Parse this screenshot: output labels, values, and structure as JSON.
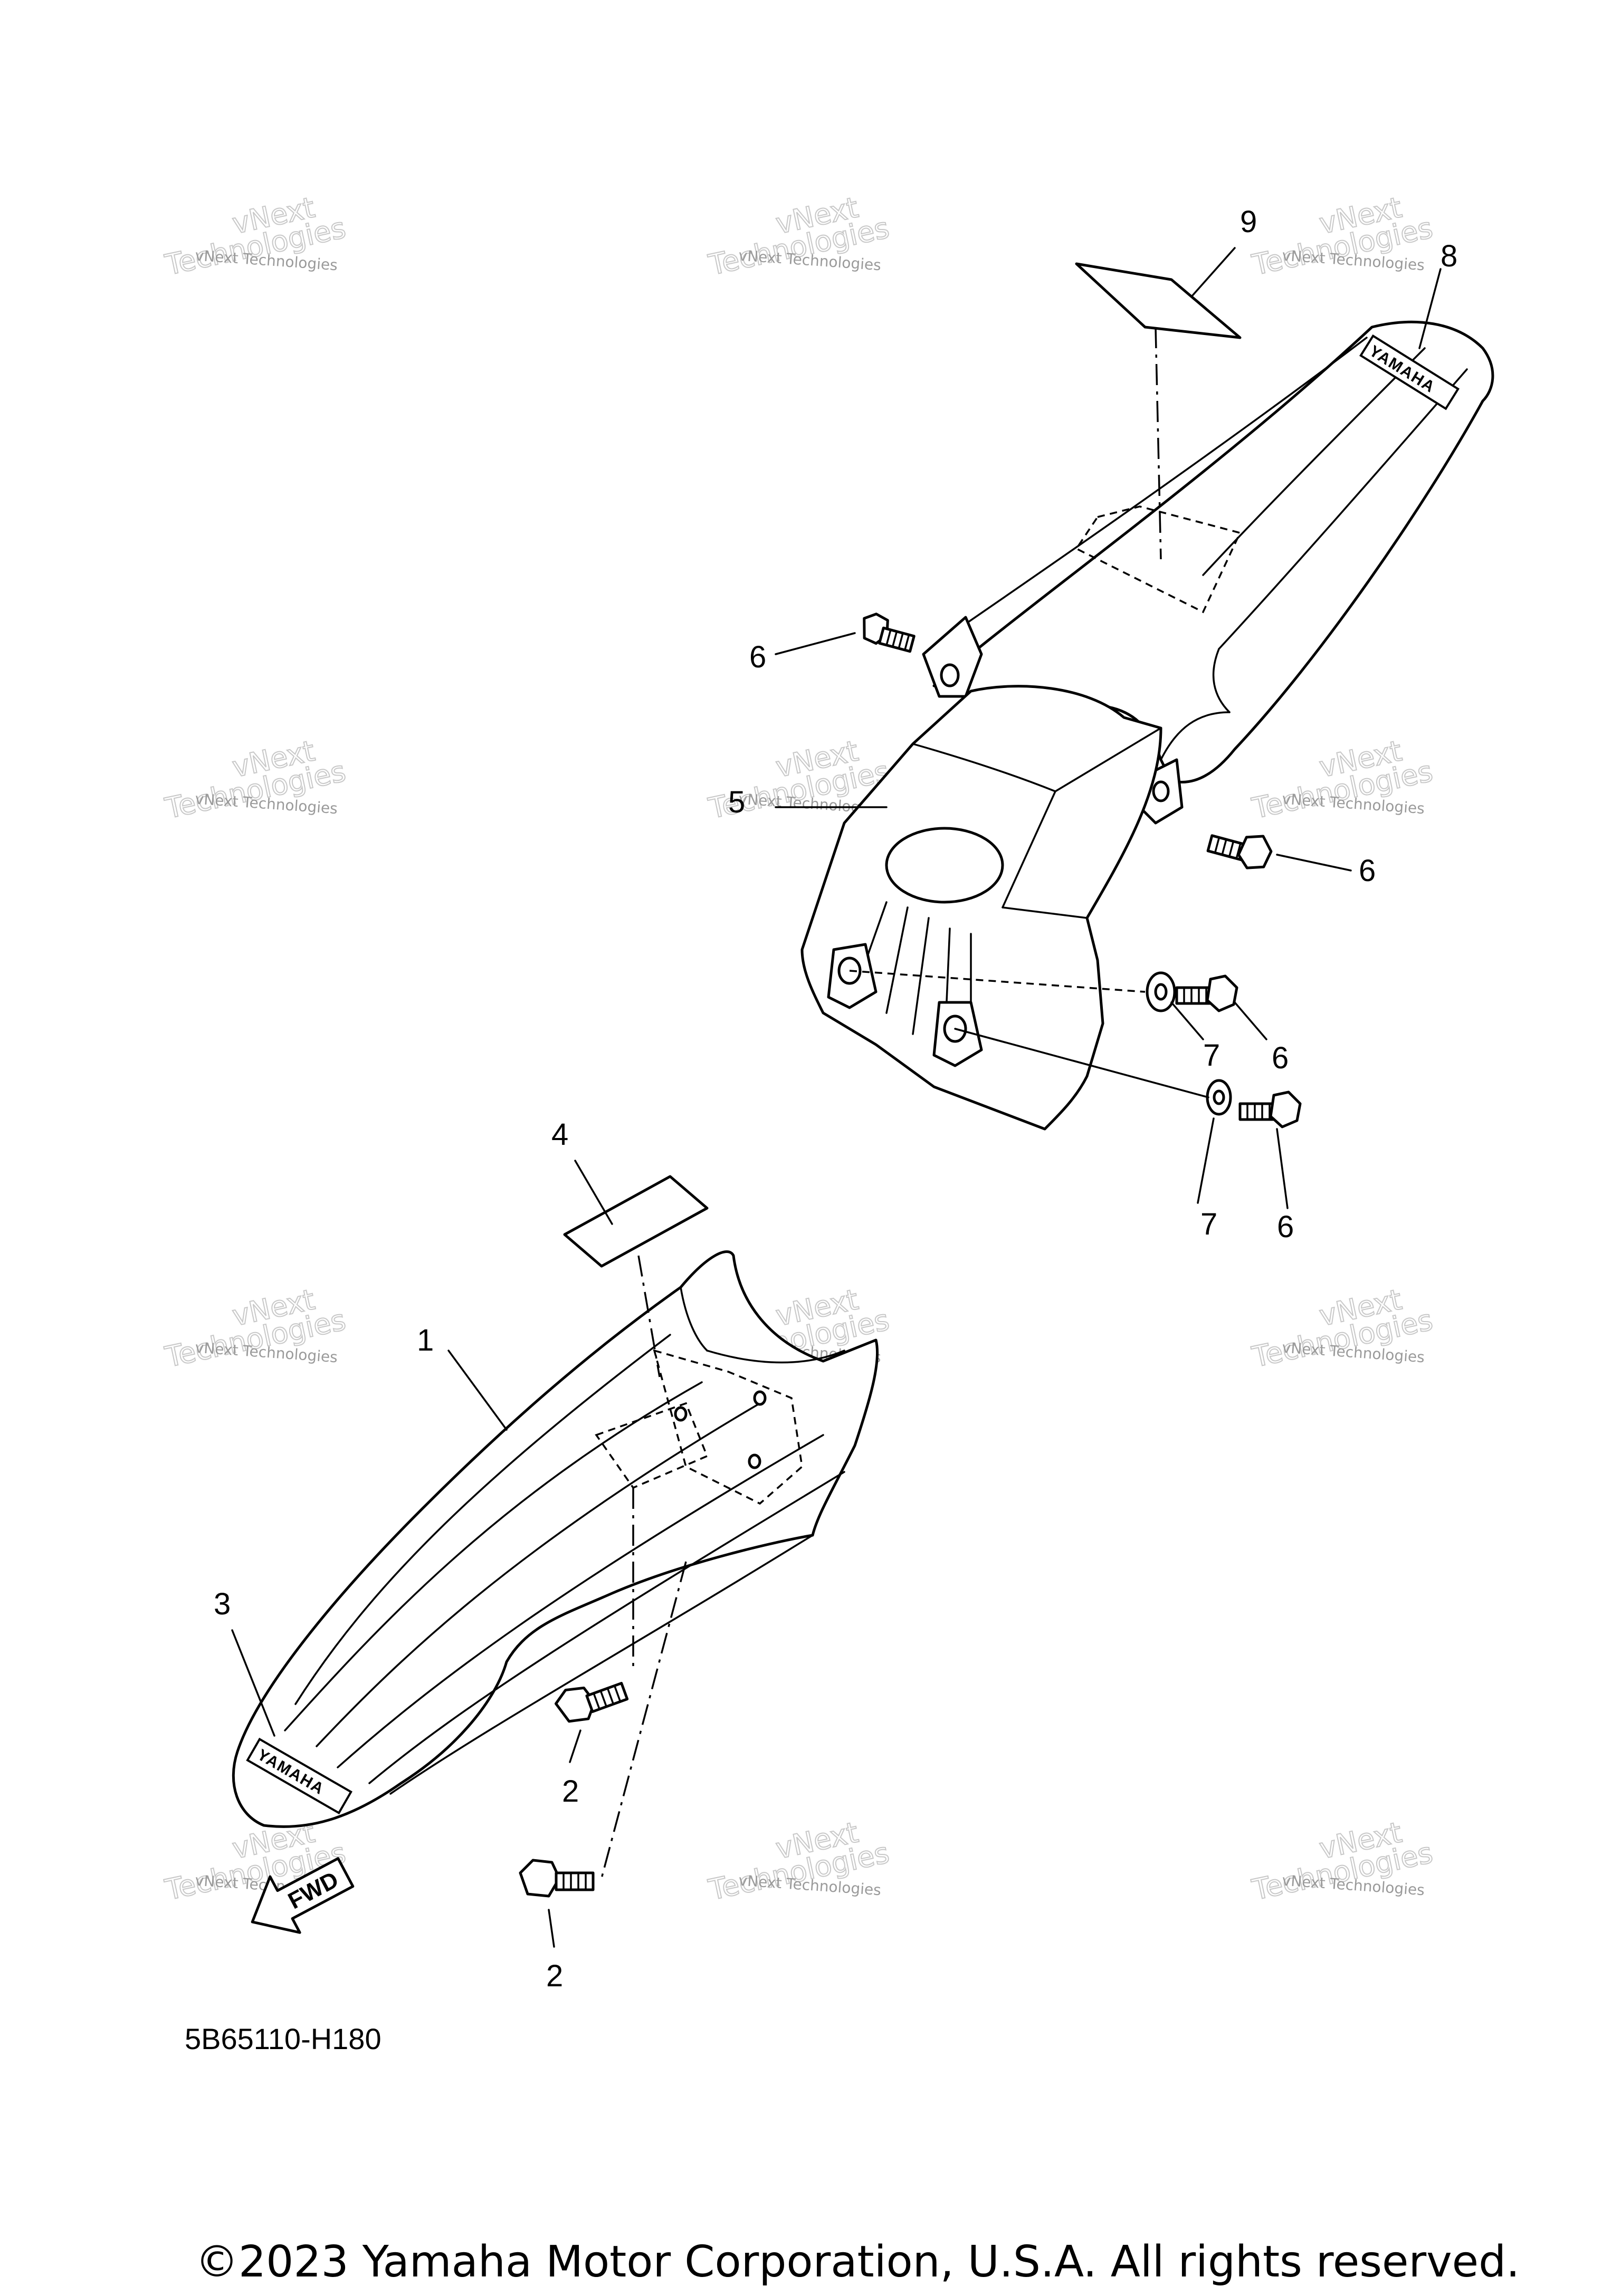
{
  "diagram": {
    "code": "5B65110-H180",
    "copyright": "©2023 Yamaha Motor Corporation, U.S.A. All rights reserved.",
    "logo_text": "YAMAHA",
    "fwd_label": "FWD",
    "callouts": {
      "c1": "1",
      "c2a": "2",
      "c2b": "2",
      "c3": "3",
      "c4": "4",
      "c5": "5",
      "c6a": "6",
      "c6b": "6",
      "c6c": "6",
      "c6d": "6",
      "c7a": "7",
      "c7b": "7",
      "c8": "8",
      "c9": "9"
    }
  },
  "watermark": {
    "line1": "vNext Technologies",
    "line2": "vNext",
    "line3": "Technologies"
  }
}
